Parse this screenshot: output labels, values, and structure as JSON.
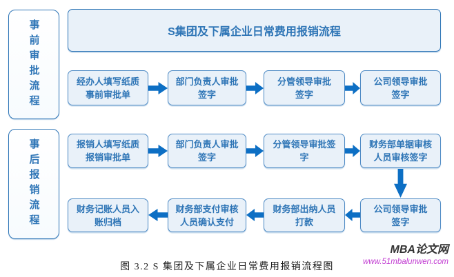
{
  "palette": {
    "arrow": "#0d6fc4",
    "box_fill": "#e9f1f9",
    "box_border": "#4e8ac4",
    "strong_border": "#2e75b6",
    "text_blue": "#2e75b6",
    "caption_color": "#1c1c1c",
    "brand_color": "#333333",
    "url_color": "#c23ed2"
  },
  "title": "S集团及下属企业日常费用报销流程",
  "sidebars": [
    {
      "label": "事前审批流程"
    },
    {
      "label": "事后报销流程"
    }
  ],
  "rows": [
    {
      "direction": "right",
      "steps": [
        "经办人填写纸质\n事前审批单",
        "部门负责人审批\n签字",
        "分管领导审批\n签字",
        "公司领导审批\n签字"
      ]
    },
    {
      "direction": "right",
      "steps": [
        "报销人填写纸质\n报销审批单",
        "部门负责人审批\n签字",
        "分管领导审批签\n字",
        "财务部单据审核\n人员审核签字"
      ]
    },
    {
      "direction": "left",
      "steps": [
        "财务记账人员入\n账归档",
        "财务部支付审核\n人员确认支付",
        "财务部出纳人员\n打款",
        "公司领导审批\n签字"
      ]
    }
  ],
  "connector_row2_to_row3": "down",
  "caption": "图 3.2 S 集团及下属企业日常费用报销流程图",
  "watermark": {
    "brand": "MBA论文网",
    "url": "www.51mbalunwen.com"
  }
}
